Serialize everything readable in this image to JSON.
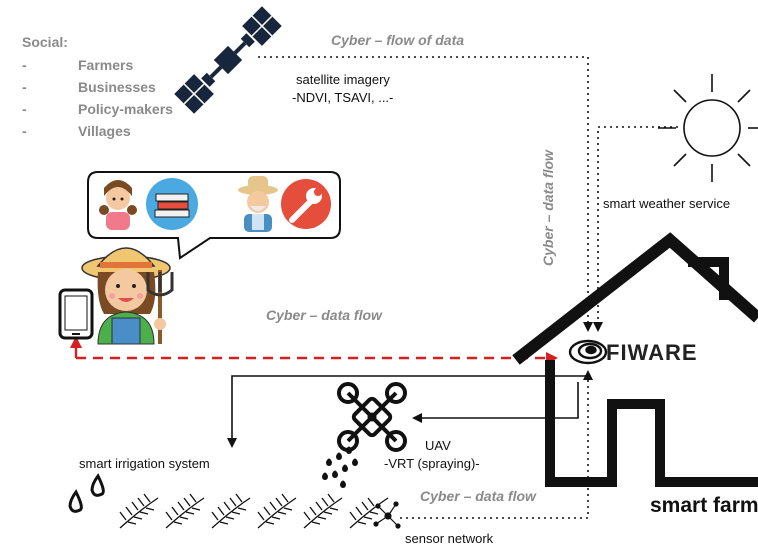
{
  "social": {
    "title": "Social:",
    "dash": "-",
    "items": [
      "Farmers",
      "Businesses",
      "Policy-makers",
      "Villages"
    ]
  },
  "flows": {
    "top": "Cyber – flow of data",
    "vertical": "Cyber – data flow",
    "middle": "Cyber – data flow",
    "bottom": "Cyber – data flow"
  },
  "satellite": {
    "title": "satellite imagery",
    "indices": "-NDVI, TSAVI, ...-"
  },
  "weather": {
    "label": "smart weather service"
  },
  "fiware": {
    "label": "FIWARE"
  },
  "farm": {
    "label": "smart farm"
  },
  "irrigation": {
    "label": "smart irrigation system"
  },
  "uav": {
    "title": "UAV",
    "subtitle": "-VRT (spraying)-"
  },
  "sensor": {
    "label": "sensor network"
  },
  "colors": {
    "flow_text": "#8a8a8a",
    "red_dash": "#d42020",
    "line": "#111111",
    "wrench_bg": "#e64e3c",
    "books_bg": "#4aa9e0"
  },
  "icons": [
    "satellite-icon",
    "sun-icon",
    "house-icon",
    "fiware-logo-icon",
    "farmer-icon",
    "smartphone-icon",
    "girl-avatar-icon",
    "books-icon",
    "farmer-avatar-icon",
    "wrench-icon",
    "drone-icon",
    "rain-drops-icon",
    "water-drops-icon",
    "crop-icon",
    "sensor-network-icon"
  ]
}
